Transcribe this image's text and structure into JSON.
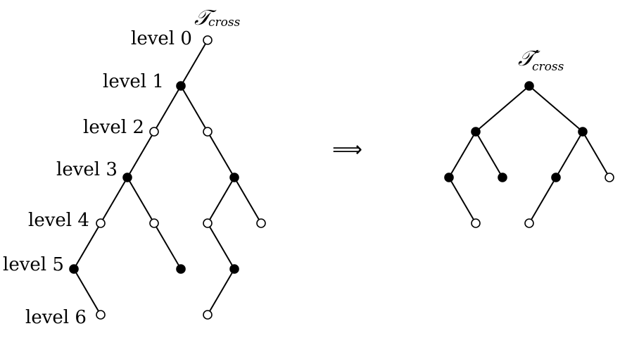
{
  "left_tree": {
    "title_symbol": "𝒯",
    "title_subscript": "cross",
    "level_labels": [
      "level 0",
      "level 1",
      "level 2",
      "level 3",
      "level 4",
      "level 5",
      "level 6"
    ],
    "nodes": [
      {
        "id": "n0",
        "level": 0,
        "filled": false
      },
      {
        "id": "n1",
        "level": 1,
        "filled": true
      },
      {
        "id": "n2a",
        "level": 2,
        "filled": false
      },
      {
        "id": "n2b",
        "level": 2,
        "filled": false
      },
      {
        "id": "n3a",
        "level": 3,
        "filled": true
      },
      {
        "id": "n3b",
        "level": 3,
        "filled": true
      },
      {
        "id": "n4a",
        "level": 4,
        "filled": false
      },
      {
        "id": "n4b",
        "level": 4,
        "filled": false
      },
      {
        "id": "n4c",
        "level": 4,
        "filled": false
      },
      {
        "id": "n4d",
        "level": 4,
        "filled": false
      },
      {
        "id": "n5a",
        "level": 5,
        "filled": true
      },
      {
        "id": "n5b",
        "level": 5,
        "filled": true
      },
      {
        "id": "n5c",
        "level": 5,
        "filled": true
      },
      {
        "id": "n6a",
        "level": 6,
        "filled": false
      },
      {
        "id": "n6b",
        "level": 6,
        "filled": false
      }
    ],
    "edges": [
      [
        "n0",
        "n1"
      ],
      [
        "n1",
        "n2a"
      ],
      [
        "n1",
        "n2b"
      ],
      [
        "n2a",
        "n3a"
      ],
      [
        "n2b",
        "n3b"
      ],
      [
        "n3a",
        "n4a"
      ],
      [
        "n3a",
        "n4b"
      ],
      [
        "n3b",
        "n4c"
      ],
      [
        "n3b",
        "n4d"
      ],
      [
        "n4a",
        "n5a"
      ],
      [
        "n4b",
        "n5b"
      ],
      [
        "n4c",
        "n5c"
      ],
      [
        "n5a",
        "n6a"
      ],
      [
        "n5c",
        "n6b"
      ]
    ]
  },
  "arrow": "⟹",
  "right_tree": {
    "title_symbol": "𝒯′",
    "title_subscript": "cross",
    "nodes": [
      {
        "id": "m0",
        "filled": true
      },
      {
        "id": "m1a",
        "filled": true
      },
      {
        "id": "m1b",
        "filled": true
      },
      {
        "id": "m2a",
        "filled": true
      },
      {
        "id": "m2b",
        "filled": true
      },
      {
        "id": "m2c",
        "filled": true
      },
      {
        "id": "m2d",
        "filled": false
      },
      {
        "id": "m3a",
        "filled": false
      },
      {
        "id": "m3b",
        "filled": false
      }
    ],
    "edges": [
      [
        "m0",
        "m1a"
      ],
      [
        "m0",
        "m1b"
      ],
      [
        "m1a",
        "m2a"
      ],
      [
        "m1a",
        "m2b"
      ],
      [
        "m1b",
        "m2c"
      ],
      [
        "m1b",
        "m2d"
      ],
      [
        "m2a",
        "m3a"
      ],
      [
        "m2c",
        "m3b"
      ]
    ]
  }
}
